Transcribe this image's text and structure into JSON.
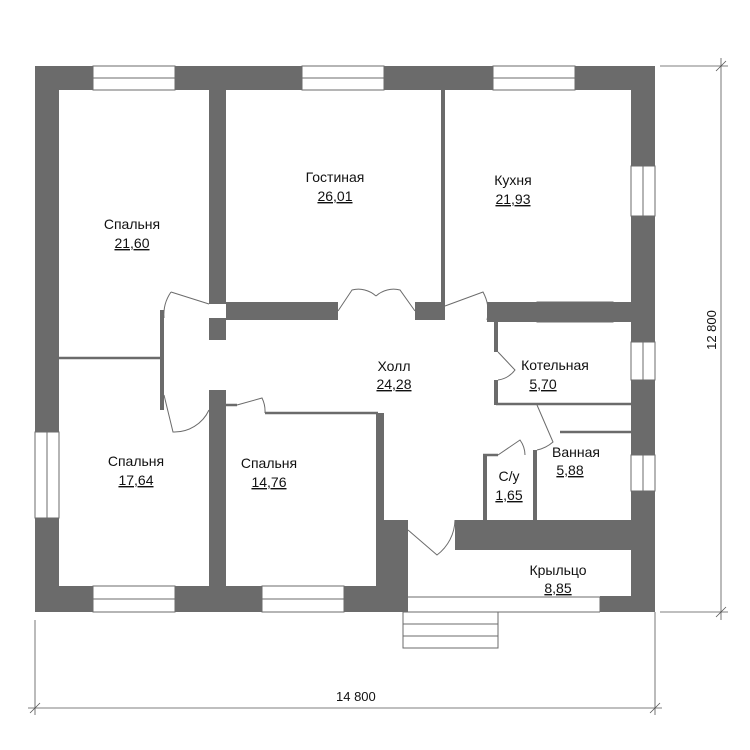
{
  "rooms": [
    {
      "id": "bedroom1",
      "name": "Спальня",
      "area": "21,60"
    },
    {
      "id": "living",
      "name": "Гостиная",
      "area": "26,01"
    },
    {
      "id": "kitchen",
      "name": "Кухня",
      "area": "21,93"
    },
    {
      "id": "hall",
      "name": "Холл",
      "area": "24,28"
    },
    {
      "id": "boiler",
      "name": "Котельная",
      "area": "5,70"
    },
    {
      "id": "bedroom2",
      "name": "Спальня",
      "area": "17,64"
    },
    {
      "id": "bedroom3",
      "name": "Спальня",
      "area": "14,76"
    },
    {
      "id": "wc",
      "name": "С/у",
      "area": "1,65"
    },
    {
      "id": "bath",
      "name": "Ванная",
      "area": "5,88"
    },
    {
      "id": "porch",
      "name": "Крыльцо",
      "area": "8,85"
    }
  ],
  "dimensions": {
    "width": "14 800",
    "height": "12 800"
  }
}
